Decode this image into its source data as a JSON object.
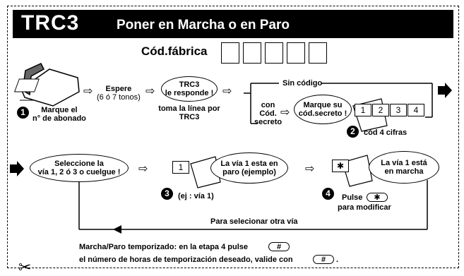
{
  "header": {
    "title": "TRC3",
    "subtitle": "Poner en Marcha o en Paro"
  },
  "factory_code": {
    "label": "Cód.fábrica"
  },
  "step1": {
    "label_line1": "Marque el",
    "label_line2": "n° de abonado"
  },
  "wait": {
    "line1": "Espere",
    "line2": "(6 ó 7 tonos)"
  },
  "answer": {
    "bubble_line1": "TRC3",
    "bubble_line2": "le responde !",
    "below_line1": "toma la línea por",
    "below_line2": "TRC3"
  },
  "branch": {
    "no_code": "Sin código",
    "with_code_line1": "con",
    "with_code_line2": "Cód.",
    "with_code_line3": "secreto"
  },
  "secret": {
    "bubble_line1": "Marque su",
    "bubble_line2": "cód.secreto !",
    "digits": [
      "1",
      "2",
      "3",
      "4"
    ],
    "caption": "cód 4 cifras"
  },
  "select": {
    "bubble_line1": "Seleccione la",
    "bubble_line2": "vía 1, 2 ó 3 o cuelgue !",
    "key": "1",
    "example": "(ej : vía 1)"
  },
  "status_off": {
    "line1": "La vía 1 esta en",
    "line2": "paro (ejemplo)"
  },
  "status_on": {
    "line1": "La vía 1 está",
    "line2": "en marcha"
  },
  "modify": {
    "key": "✱",
    "pulse_label": "Pulse",
    "pulse_key": "✱",
    "line2": "para modificar"
  },
  "loop_label": "Para selecionar otra vía",
  "footer": {
    "line1_text": "Marcha/Paro temporizado: en la etapa 4 pulse",
    "line1_key": "#",
    "line2_text": "el número de horas de temporización deseado, valide con",
    "line2_key": "#"
  },
  "steps": [
    "1",
    "2",
    "3",
    "4"
  ]
}
